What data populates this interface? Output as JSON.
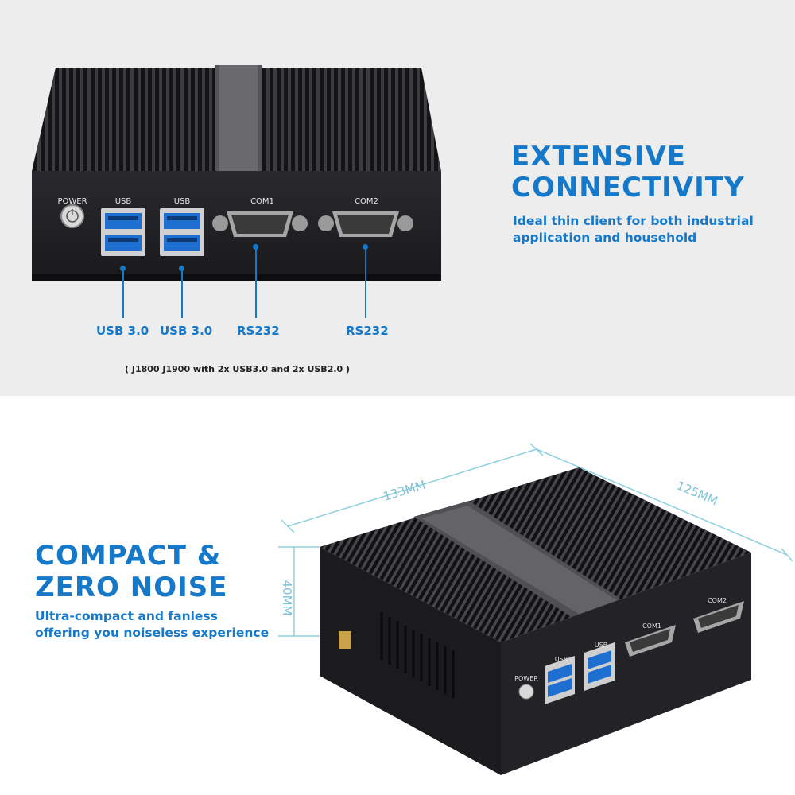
{
  "top": {
    "heading_line1": "EXTENSIVE",
    "heading_line2": "CONNECTIVITY",
    "subtext_line1": "Ideal thin client for both industrial",
    "subtext_line2": "application and household",
    "port_callouts": [
      "USB 3.0",
      "USB 3.0",
      "RS232",
      "RS232"
    ],
    "device_labels": {
      "power": "POWER",
      "usb1": "USB",
      "usb2": "USB",
      "com1": "COM1",
      "com2": "COM2"
    },
    "note": "( J1800 J1900 with 2x USB3.0 and 2x USB2.0 )"
  },
  "bottom": {
    "heading_line1": "COMPACT &",
    "heading_line2": "ZERO NOISE",
    "subtext_line1": "Ultra-compact and fanless",
    "subtext_line2": "offering you noiseless experience",
    "dimensions": {
      "length": "133MM",
      "width": "125MM",
      "height": "40MM"
    },
    "device_labels": {
      "power": "POWER",
      "usb1": "USB",
      "usb2": "USB",
      "com1": "COM1",
      "com2": "COM2"
    }
  },
  "colors": {
    "accent": "#1678c8",
    "panel_bg": "#ededed",
    "device": "#1c1c1e",
    "dimension_lines": "#8fd0e0"
  }
}
